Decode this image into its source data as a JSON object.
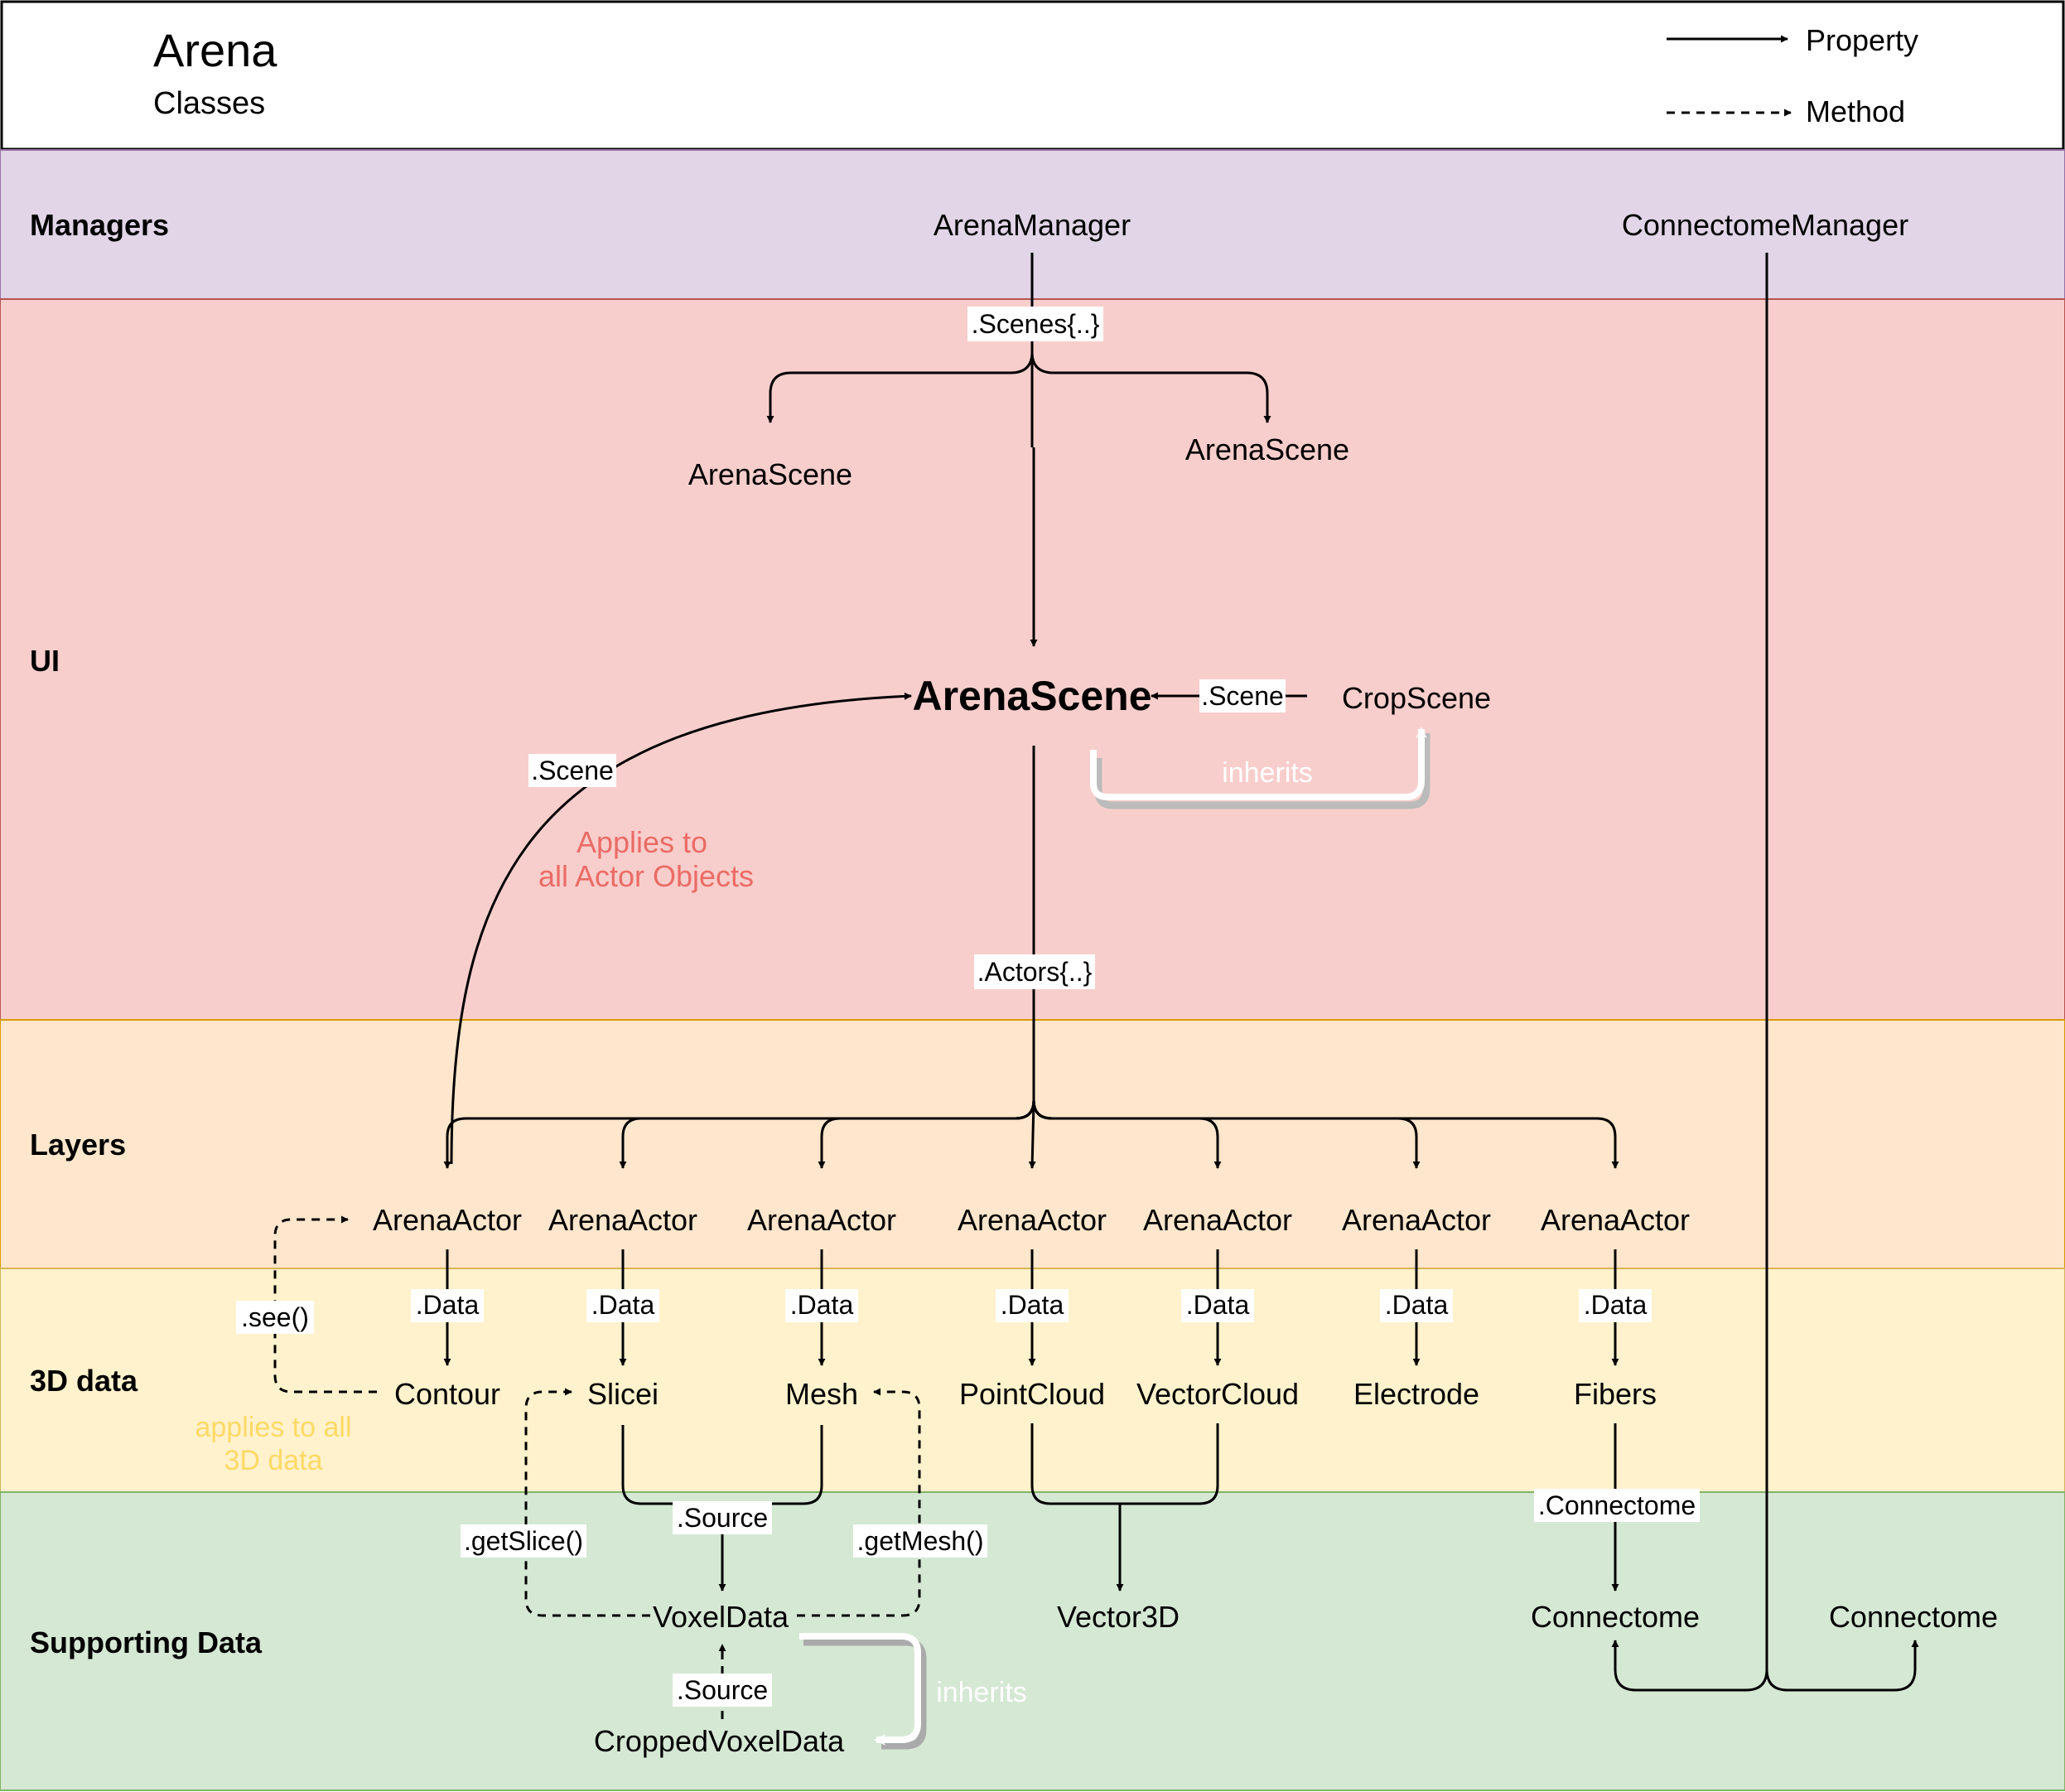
{
  "header": {
    "title": "Arena",
    "subtitle": "Classes",
    "legend": {
      "property": "Property",
      "method": "Method"
    }
  },
  "bands": {
    "managers": "Managers",
    "ui": "UI",
    "layers": "Layers",
    "data3d": "3D data",
    "supporting": "Supporting Data"
  },
  "colors": {
    "managers": "#E1D5E7",
    "ui": "#F8CECC",
    "layers": "#FFE6CC",
    "data3d": "#FFF2CC",
    "supporting": "#D5E8D4",
    "note_red": "#EA6B66",
    "note_yellow": "#FFD966"
  },
  "nodes": {
    "arena_manager": "ArenaManager",
    "connectome_manager": "ConnectomeManager",
    "arena_scene_left": "ArenaScene",
    "arena_scene_right": "ArenaScene",
    "arena_scene_main": "ArenaScene",
    "crop_scene": "CropScene",
    "actors": [
      "ArenaActor",
      "ArenaActor",
      "ArenaActor",
      "ArenaActor",
      "ArenaActor",
      "ArenaActor",
      "ArenaActor"
    ],
    "data": [
      "Contour",
      "Slicei",
      "Mesh",
      "PointCloud",
      "VectorCloud",
      "Electrode",
      "Fibers"
    ],
    "voxel_data": "VoxelData",
    "cropped_voxel_data": "CroppedVoxelData",
    "vector3d": "Vector3D",
    "connectome_left": "Connectome",
    "connectome_right": "Connectome"
  },
  "edges": {
    "scenes": ".Scenes{..}",
    "actors": ".Actors{..}",
    "scene_crop": ".Scene",
    "scene_actor": ".Scene",
    "data": [
      ".Data",
      ".Data",
      ".Data",
      ".Data",
      ".Data",
      ".Data",
      ".Data"
    ],
    "see": ".see()",
    "source": ".Source",
    "source_cropped": ".Source",
    "get_slice": ".getSlice()",
    "get_mesh": ".getMesh()",
    "connectome": ".Connectome",
    "inherits_ui": "inherits",
    "inherits_data": "inherits"
  },
  "notes": {
    "applies_actor": [
      "Applies to",
      "all Actor Objects"
    ],
    "applies_3d": [
      "applies to all",
      "3D data"
    ]
  }
}
